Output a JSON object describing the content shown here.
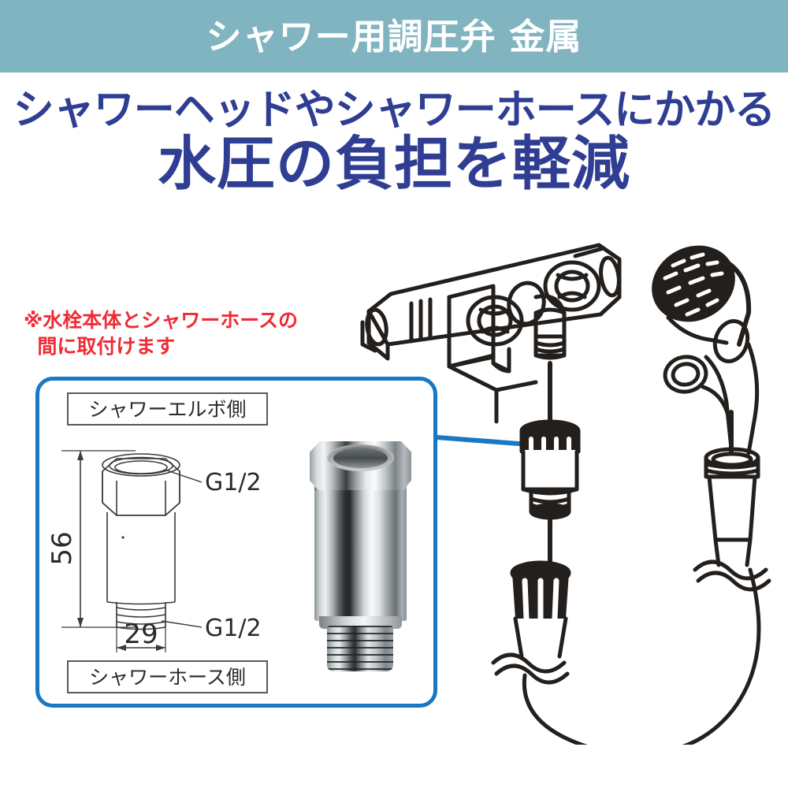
{
  "header": {
    "title": "シャワー用調圧弁 金属",
    "background_color": "#81b4c1",
    "text_color": "#ffffff"
  },
  "headline": {
    "line1": "シャワーヘッドやシャワーホースにかかる",
    "line2": "水圧の負担を軽減",
    "color": "#2f3e92"
  },
  "note": {
    "text": "※水栓本体とシャワーホースの\n  間に取付けます",
    "color": "#ef2b36"
  },
  "spec_box": {
    "border_color": "#1878c4",
    "top_label": "シャワーエルボ側",
    "bottom_label": "シャワーホース側",
    "thread_top": "G1/2",
    "thread_bottom": "G1/2",
    "dimension_height": "56",
    "dimension_width": "29"
  },
  "leader": {
    "color": "#1878c4"
  },
  "illustration": {
    "line_color": "#231f1c",
    "parts": [
      "bath-mixer-faucet",
      "hand-shower-head",
      "pressure-regulating-valve",
      "hose-connector-upper",
      "hose-connector-lower",
      "shower-hose"
    ]
  }
}
